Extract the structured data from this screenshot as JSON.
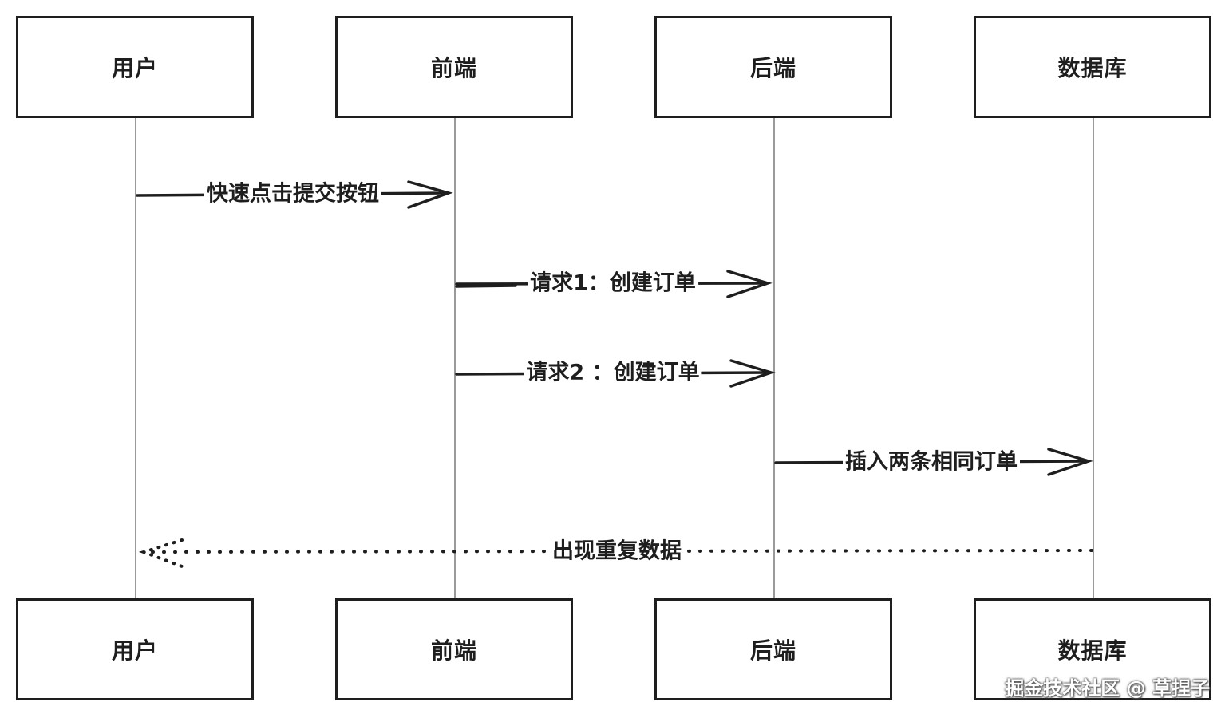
{
  "participants": [
    {
      "label": "用户"
    },
    {
      "label": "前端"
    },
    {
      "label": "后端"
    },
    {
      "label": "数据库"
    }
  ],
  "messages": [
    {
      "from": 0,
      "to": 1,
      "label": "快速点击提交按钮",
      "style": "solid"
    },
    {
      "from": 1,
      "to": 2,
      "label": "请求1：创建订单",
      "style": "solid"
    },
    {
      "from": 1,
      "to": 2,
      "label": "请求2 ：创建订单",
      "style": "solid"
    },
    {
      "from": 2,
      "to": 3,
      "label": "插入两条相同订单",
      "style": "solid"
    },
    {
      "from": 3,
      "to": 0,
      "label": "出现重复数据",
      "style": "dotted"
    }
  ],
  "watermark": "掘金技术社区 @ 草捏子",
  "colors": {
    "stroke": "#1e1e1e",
    "lifeline": "#9a9a9a",
    "background": "#ffffff"
  }
}
